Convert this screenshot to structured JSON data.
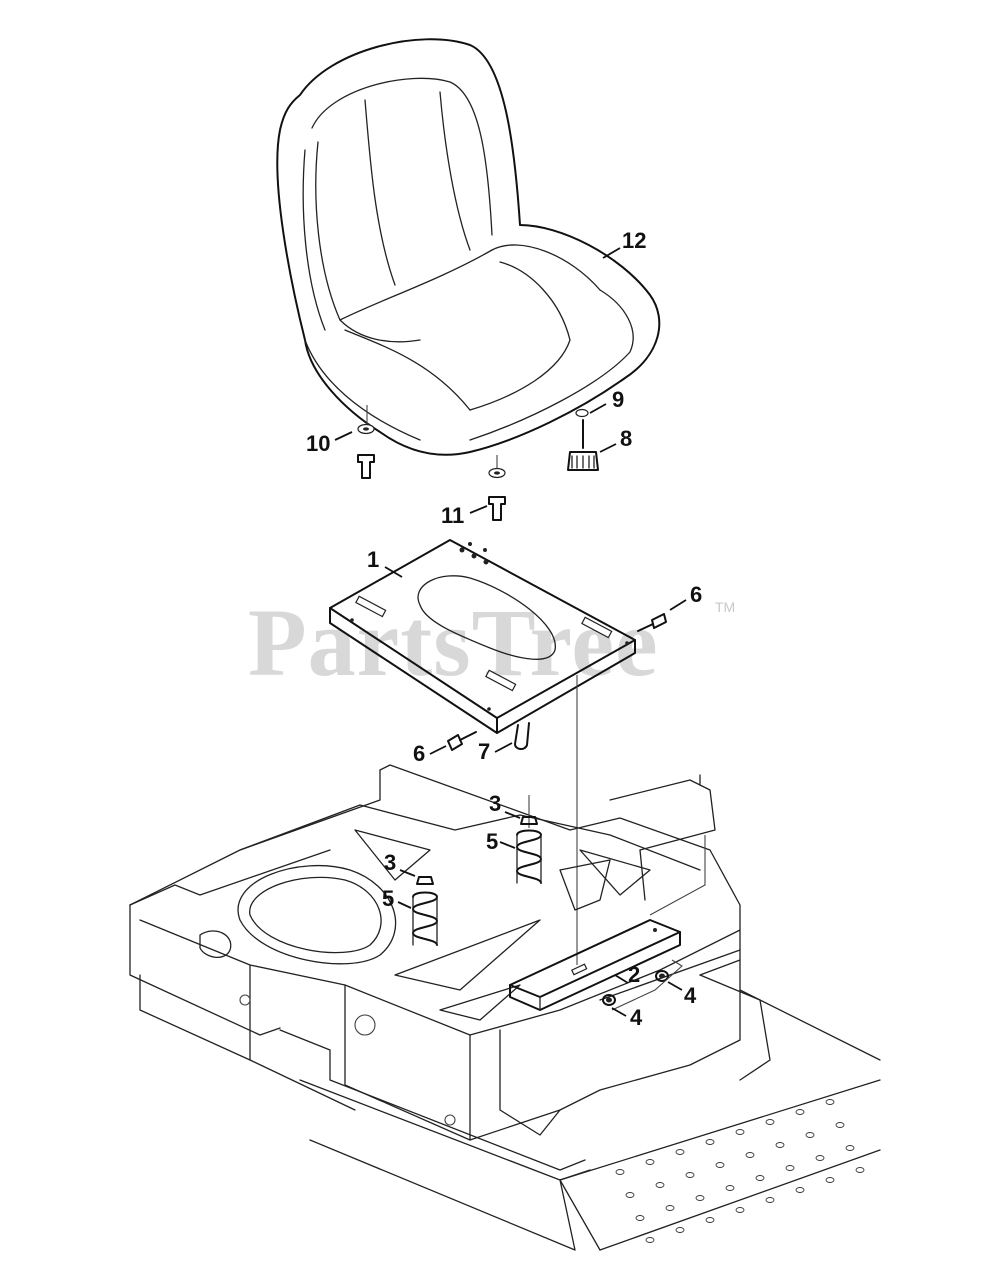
{
  "watermark": {
    "text": "PartsTree",
    "trademark": "TM"
  },
  "callouts": [
    {
      "id": "c12",
      "label": "12"
    },
    {
      "id": "c9",
      "label": "9"
    },
    {
      "id": "c8",
      "label": "8"
    },
    {
      "id": "c10",
      "label": "10"
    },
    {
      "id": "c11",
      "label": "11"
    },
    {
      "id": "c1",
      "label": "1"
    },
    {
      "id": "c6a",
      "label": "6"
    },
    {
      "id": "c6b",
      "label": "6"
    },
    {
      "id": "c7",
      "label": "7"
    },
    {
      "id": "c3a",
      "label": "3"
    },
    {
      "id": "c5a",
      "label": "5"
    },
    {
      "id": "c3b",
      "label": "3"
    },
    {
      "id": "c5b",
      "label": "5"
    },
    {
      "id": "c2",
      "label": "2"
    },
    {
      "id": "c4a",
      "label": "4"
    },
    {
      "id": "c4b",
      "label": "4"
    }
  ]
}
